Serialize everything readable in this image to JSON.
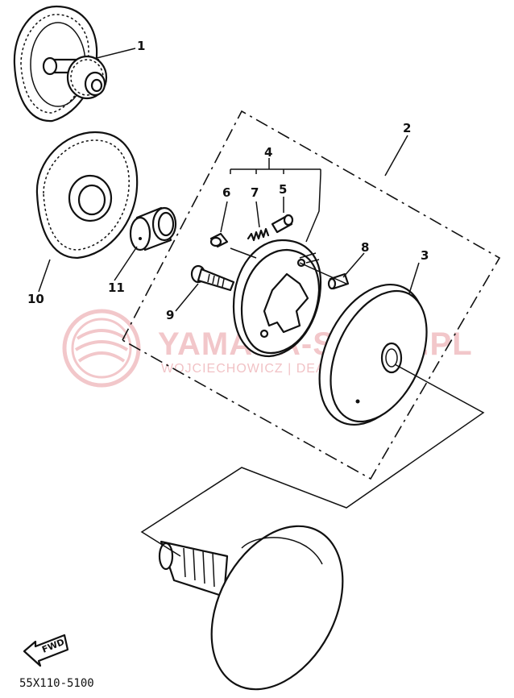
{
  "diagram": {
    "part_numbers": [
      "1",
      "2",
      "3",
      "4",
      "5",
      "6",
      "7",
      "8",
      "9",
      "10",
      "11"
    ],
    "drawing_code": "55X110-5100",
    "direction_label": "FWD"
  },
  "watermark": {
    "brand": "YAMAHA-SKLEP.PL",
    "subtitle": "WOJCIECHOWICZ | DEALER YAMAHA",
    "color": "#e89aa0"
  }
}
